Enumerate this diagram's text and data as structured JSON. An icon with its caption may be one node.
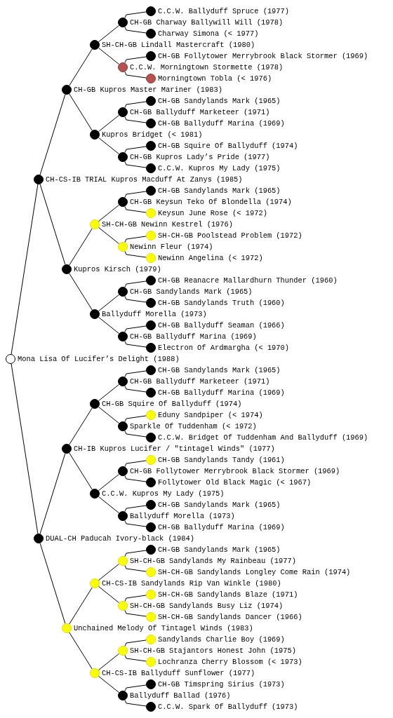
{
  "diagram": {
    "nodes": [
      {
        "text": [],
        "shape": "circle",
        "beside": [
          "C.C.W. Ballyduff Spruce (1977)"
        ]
      },
      {
        "text": [],
        "shape": "circle",
        "beside": [
          "CH-GB Charway Ballywill Will (1978)"
        ]
      },
      {
        "text": [],
        "shape": "circle",
        "beside": [
          "Charway Simona (< 1977)"
        ]
      },
      {
        "text": [],
        "shape": "circle",
        "beside": [
          "SH-CH-GB Lindall Mastercraft (1980)"
        ]
      },
      {
        "text": [],
        "shape": "circle",
        "beside": [
          "CH-GB Follytower Merrybrook Black Stormer (1969)"
        ]
      },
      {
        "text": [],
        "shape": "circle",
        "beside": [
          "C.C.W. Morningtown Stormette (1978)"
        ]
      },
      {
        "text": [],
        "shape": "circle",
        "beside": [
          "Morningtown Tobla (< 1976)"
        ]
      },
      {
        "text": [],
        "shape": "circle",
        "beside": [
          "CH-GB Kupros Master Mariner (1983)"
        ]
      },
      {
        "text": [],
        "shape": "circle",
        "beside": [
          "CH-GB Sandylands Mark (1965)"
        ]
      },
      {
        "text": [],
        "shape": "circle",
        "beside": [
          "CH-GB Ballyduff Marketeer (1971)"
        ]
      },
      {
        "text": [],
        "shape": "circle",
        "beside": [
          "CH-GB Ballyduff Marina (1969)"
        ]
      },
      {
        "text": [],
        "shape": "circle",
        "beside": [
          "Kupros Bridget (< 1981)"
        ]
      },
      {
        "text": [],
        "shape": "circle",
        "beside": [
          "CH-GB Squire Of Ballyduff (1974)"
        ]
      },
      {
        "text": [],
        "shape": "circle",
        "beside": [
          "CH-GB Kupros Lady’s Pride (1977)"
        ]
      },
      {
        "text": [],
        "shape": "circle",
        "beside": [
          "C.C.W. Kupros My Lady (1975)"
        ]
      },
      {
        "text": [],
        "shape": "circle",
        "beside": [
          "CH-CS-IB TRIAL Kupros Macduff At Zanys (1985)"
        ]
      },
      {
        "text": [],
        "shape": "circle",
        "beside": [
          "CH-GB Sandylands Mark (1965)"
        ]
      },
      {
        "text": [],
        "shape": "circle",
        "beside": [
          "CH-GB Keysun Teko Of Blondella (1974)"
        ]
      },
      {
        "text": [],
        "shape": "circle",
        "beside": [
          "Keysun June Rose (< 1972)"
        ]
      },
      {
        "text": [],
        "shape": "circle",
        "beside": [
          "SH-CH-GB Newinn Kestrel (1976)"
        ]
      },
      {
        "text": [],
        "shape": "circle",
        "beside": [
          "SH-CH-GB Poolstead Problem (1972)"
        ]
      },
      {
        "text": [],
        "shape": "circle",
        "beside": [
          "Newinn Fleur (1974)"
        ]
      },
      {
        "text": [],
        "shape": "circle",
        "beside": [
          "Newinn Angelina (< 1972)"
        ]
      },
      {
        "text": [],
        "shape": "circle",
        "beside": [
          "Kupros Kirsch (1979)"
        ]
      },
      {
        "text": [],
        "shape": "circle",
        "beside": [
          "CH-GB Reanacre Mallardhurn Thunder (1960)"
        ]
      },
      {
        "text": [],
        "shape": "circle",
        "beside": [
          "CH-GB Sandylands Mark (1965)"
        ]
      },
      {
        "text": [],
        "shape": "circle",
        "beside": [
          "CH-GB Sandylands Truth (1960)"
        ]
      },
      {
        "text": [],
        "shape": "circle",
        "beside": [
          "Ballyduff Morella (1973)"
        ]
      },
      {
        "text": [],
        "shape": "circle",
        "beside": [
          "CH-GB Ballyduff Seaman (1966)"
        ]
      },
      {
        "text": [],
        "shape": "circle",
        "beside": [
          "CH-GB Ballyduff Marina (1969)"
        ]
      },
      {
        "text": [],
        "shape": "circle",
        "beside": [
          "Electron Of Ardmargha (< 1970)"
        ]
      },
      {
        "text": [],
        "shape": "circle",
        "beside": [
          "Mona Lisa Of Lucifer’s Delight (1988)"
        ]
      },
      {
        "text": [],
        "shape": "circle",
        "beside": [
          "CH-GB Sandylands Mark (1965)"
        ]
      },
      {
        "text": [],
        "shape": "circle",
        "beside": [
          "CH-GB Ballyduff Marketeer (1971)"
        ]
      },
      {
        "text": [],
        "shape": "circle",
        "beside": [
          "CH-GB Ballyduff Marina (1969)"
        ]
      },
      {
        "text": [],
        "shape": "circle",
        "beside": [
          "CH-GB Squire Of Ballyduff (1974)"
        ]
      },
      {
        "text": [],
        "shape": "circle",
        "beside": [
          "Eduny Sandpiper (< 1974)"
        ]
      },
      {
        "text": [],
        "shape": "circle",
        "beside": [
          "Sparkle Of Tuddenham (< 1972)"
        ]
      },
      {
        "text": [],
        "shape": "circle",
        "beside": [
          "C.C.W. Bridget Of Tuddenham And Ballyduff (1969)"
        ]
      },
      {
        "text": [],
        "shape": "circle",
        "beside": [
          "CH-IB Kupros Lucifer / \"tintagel Winds\" (1977)"
        ]
      },
      {
        "text": [],
        "shape": "circle",
        "beside": [
          "CH-GB Sandylands Tandy (1961)"
        ]
      },
      {
        "text": [],
        "shape": "circle",
        "beside": [
          "CH-GB Follytower Merrybrook Black Stormer (1969)"
        ]
      },
      {
        "text": [],
        "shape": "circle",
        "beside": [
          "Follytower Old Black Magic (< 1967)"
        ]
      },
      {
        "text": [],
        "shape": "circle",
        "beside": [
          "C.C.W. Kupros My Lady (1975)"
        ]
      },
      {
        "text": [],
        "shape": "circle",
        "beside": [
          "CH-GB Sandylands Mark (1965)"
        ]
      },
      {
        "text": [],
        "shape": "circle",
        "beside": [
          "Ballyduff Morella (1973)"
        ]
      },
      {
        "text": [],
        "shape": "circle",
        "beside": [
          "CH-GB Ballyduff Marina (1969)"
        ]
      },
      {
        "text": [],
        "shape": "circle",
        "beside": [
          "DUAL-CH Paducah Ivory-black (1984)"
        ]
      },
      {
        "text": [],
        "shape": "circle",
        "beside": [
          "CH-GB Sandylands Mark (1965)"
        ]
      },
      {
        "text": [],
        "shape": "circle",
        "beside": [
          "SH-CH-GB Sandylands My Rainbeau (1977)"
        ]
      },
      {
        "text": [],
        "shape": "circle",
        "beside": [
          "SH-CH-GB Sandylands Longley Come Rain (1974)"
        ]
      },
      {
        "text": [],
        "shape": "circle",
        "beside": [
          "CH-CS-IB Sandylands Rip Van Winkle (1980)"
        ]
      },
      {
        "text": [],
        "shape": "circle",
        "beside": [
          "SH-CH-GB Sandylands Blaze (1971)"
        ]
      },
      {
        "text": [],
        "shape": "circle",
        "beside": [
          "SH-CH-GB Sandylands Busy Liz (1974)"
        ]
      },
      {
        "text": [],
        "shape": "circle",
        "beside": [
          "SH-CH-GB Sandylands Dancer (1966)"
        ]
      },
      {
        "text": [],
        "shape": "circle",
        "beside": [
          "Unchained Melody Of Tintagel Winds (1983)"
        ]
      },
      {
        "text": [],
        "shape": "circle",
        "beside": [
          "Sandylands Charlie Boy (1969)"
        ]
      },
      {
        "text": [],
        "shape": "circle",
        "beside": [
          "SH-CH-GB Stajantors Honest John (1975)"
        ]
      },
      {
        "text": [],
        "shape": "circle",
        "beside": [
          "Lochranza Cherry Blossom (< 1973)"
        ]
      },
      {
        "text": [],
        "shape": "circle",
        "beside": [
          "CH-CS-IB Ballyduff Sunflower (1977)"
        ]
      },
      {
        "text": [],
        "shape": "circle",
        "beside": [
          "CH-GB Timspring Sirius (1973)"
        ]
      },
      {
        "text": [],
        "shape": "circle",
        "beside": [
          "Ballyduff Ballad (1976)"
        ]
      },
      {
        "text": [],
        "shape": "circle",
        "beside": [
          "C.C.W. Spark Of Ballyduff (1973)"
        ]
      }
    ],
    "edges": [
      {
        "from": 1,
        "to": 0,
        "arrow": "none"
      },
      {
        "from": 1,
        "to": 2,
        "arrow": "none"
      },
      {
        "from": 3,
        "to": 1,
        "arrow": "none"
      },
      {
        "from": 3,
        "to": 5,
        "arrow": "none"
      },
      {
        "from": 5,
        "to": 4,
        "arrow": "none"
      },
      {
        "from": 5,
        "to": 6,
        "arrow": "none"
      },
      {
        "from": 7,
        "to": 3,
        "arrow": "none"
      },
      {
        "from": 7,
        "to": 11,
        "arrow": "none"
      },
      {
        "from": 9,
        "to": 8,
        "arrow": "none"
      },
      {
        "from": 9,
        "to": 10,
        "arrow": "none"
      },
      {
        "from": 11,
        "to": 9,
        "arrow": "none"
      },
      {
        "from": 11,
        "to": 13,
        "arrow": "none"
      },
      {
        "from": 13,
        "to": 12,
        "arrow": "none"
      },
      {
        "from": 13,
        "to": 14,
        "arrow": "none"
      },
      {
        "from": 15,
        "to": 7,
        "arrow": "none"
      },
      {
        "from": 15,
        "to": 23,
        "arrow": "none"
      },
      {
        "from": 17,
        "to": 16,
        "arrow": "none"
      },
      {
        "from": 17,
        "to": 18,
        "arrow": "none"
      },
      {
        "from": 19,
        "to": 17,
        "arrow": "none"
      },
      {
        "from": 19,
        "to": 21,
        "arrow": "none"
      },
      {
        "from": 21,
        "to": 20,
        "arrow": "none"
      },
      {
        "from": 21,
        "to": 22,
        "arrow": "none"
      },
      {
        "from": 23,
        "to": 19,
        "arrow": "none"
      },
      {
        "from": 23,
        "to": 27,
        "arrow": "none"
      },
      {
        "from": 25,
        "to": 24,
        "arrow": "none"
      },
      {
        "from": 25,
        "to": 26,
        "arrow": "none"
      },
      {
        "from": 27,
        "to": 25,
        "arrow": "none"
      },
      {
        "from": 27,
        "to": 29,
        "arrow": "none"
      },
      {
        "from": 29,
        "to": 28,
        "arrow": "none"
      },
      {
        "from": 29,
        "to": 30,
        "arrow": "none"
      },
      {
        "from": 31,
        "to": 15,
        "arrow": "none"
      },
      {
        "from": 31,
        "to": 47,
        "arrow": "none"
      },
      {
        "from": 33,
        "to": 32,
        "arrow": "none"
      },
      {
        "from": 33,
        "to": 34,
        "arrow": "none"
      },
      {
        "from": 35,
        "to": 33,
        "arrow": "none"
      },
      {
        "from": 35,
        "to": 37,
        "arrow": "none"
      },
      {
        "from": 37,
        "to": 36,
        "arrow": "none"
      },
      {
        "from": 37,
        "to": 38,
        "arrow": "none"
      },
      {
        "from": 39,
        "to": 35,
        "arrow": "none"
      },
      {
        "from": 39,
        "to": 43,
        "arrow": "none"
      },
      {
        "from": 41,
        "to": 40,
        "arrow": "none"
      },
      {
        "from": 41,
        "to": 42,
        "arrow": "none"
      },
      {
        "from": 43,
        "to": 41,
        "arrow": "none"
      },
      {
        "from": 43,
        "to": 45,
        "arrow": "none"
      },
      {
        "from": 45,
        "to": 44,
        "arrow": "none"
      },
      {
        "from": 45,
        "to": 46,
        "arrow": "none"
      },
      {
        "from": 47,
        "to": 39,
        "arrow": "none"
      },
      {
        "from": 47,
        "to": 55,
        "arrow": "none"
      },
      {
        "from": 49,
        "to": 48,
        "arrow": "none"
      },
      {
        "from": 49,
        "to": 50,
        "arrow": "none"
      },
      {
        "from": 51,
        "to": 49,
        "arrow": "none"
      },
      {
        "from": 51,
        "to": 53,
        "arrow": "none"
      },
      {
        "from": 53,
        "to": 52,
        "arrow": "none"
      },
      {
        "from": 53,
        "to": 54,
        "arrow": "none"
      },
      {
        "from": 55,
        "to": 51,
        "arrow": "none"
      },
      {
        "from": 55,
        "to": 59,
        "arrow": "none"
      },
      {
        "from": 57,
        "to": 56,
        "arrow": "none"
      },
      {
        "from": 57,
        "to": 58,
        "arrow": "none"
      },
      {
        "from": 59,
        "to": 57,
        "arrow": "none"
      },
      {
        "from": 59,
        "to": 61,
        "arrow": "none"
      },
      {
        "from": 61,
        "to": 60,
        "arrow": "none"
      },
      {
        "from": 61,
        "to": 62,
        "arrow": "none"
      }
    ]
  }
}
